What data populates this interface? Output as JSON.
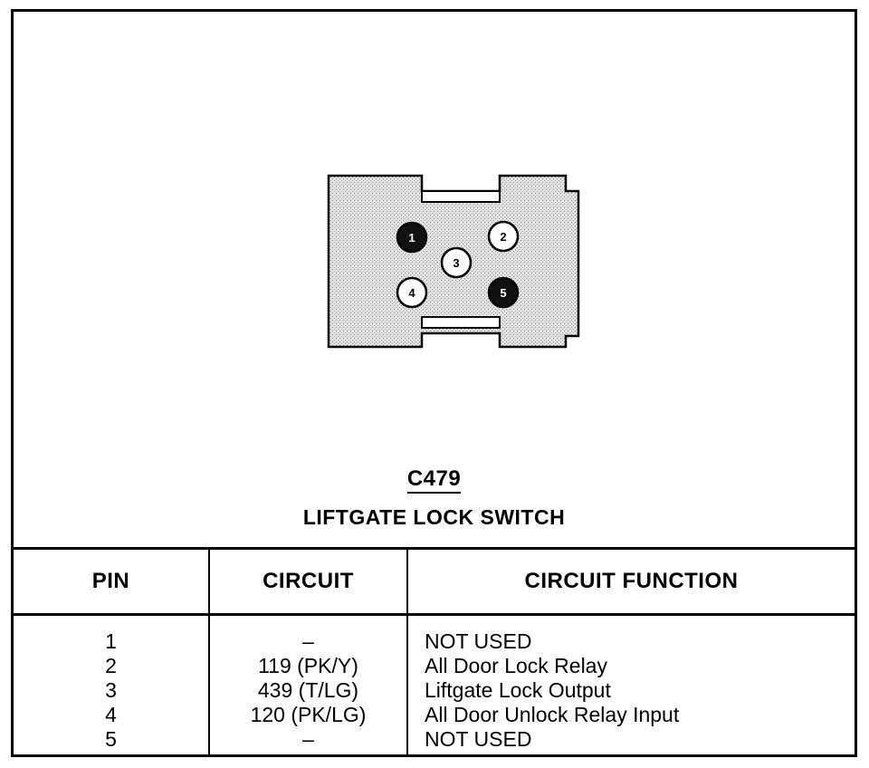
{
  "connector": {
    "id": "C479",
    "name": "LIFTGATE LOCK SWITCH",
    "pins": [
      {
        "label": "1",
        "filled": true
      },
      {
        "label": "2",
        "filled": false
      },
      {
        "label": "3",
        "filled": false
      },
      {
        "label": "4",
        "filled": false
      },
      {
        "label": "5",
        "filled": true
      }
    ]
  },
  "table": {
    "headers": {
      "pin": "PIN",
      "circuit": "CIRCUIT",
      "function": "CIRCUIT FUNCTION"
    },
    "rows": [
      {
        "pin": "1",
        "circuit": "–",
        "function": "NOT USED"
      },
      {
        "pin": "2",
        "circuit": "119 (PK/Y)",
        "function": "All Door Lock Relay"
      },
      {
        "pin": "3",
        "circuit": "439 (T/LG)",
        "function": "Liftgate Lock Output"
      },
      {
        "pin": "4",
        "circuit": "120 (PK/LG)",
        "function": "All Door Unlock Relay Input"
      },
      {
        "pin": "5",
        "circuit": "–",
        "function": "NOT USED"
      }
    ]
  },
  "colors": {
    "housing_fill": "#d4d4d4",
    "line": "#000000",
    "pin_filled": "#111111",
    "pin_open": "#ffffff"
  }
}
